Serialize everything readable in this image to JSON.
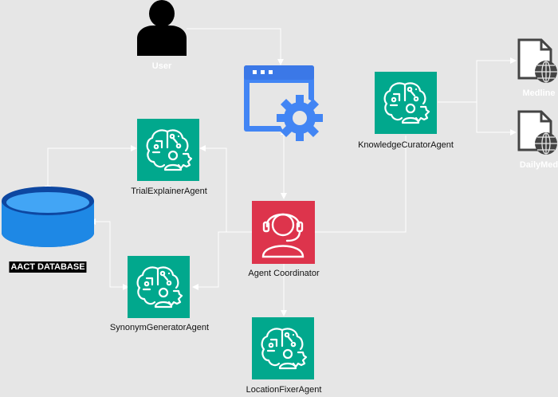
{
  "nodes": {
    "user": "User",
    "trial_explainer": "TrialExplainerAgent",
    "knowledge_curator": "KnowledgeCuratorAgent",
    "aact_database": "AACT DATABASE",
    "agent_coordinator": "Agent Coordinator",
    "synonym_generator": "SynonymGeneratorAgent",
    "location_fixer": "LocationFixerAgent",
    "medline": "Medline",
    "dailymed": "DailyMed"
  },
  "colors": {
    "background": "#e6e6e6",
    "agent_green": "#01a88d",
    "coordinator_red": "#dd344c",
    "app_blue": "#4285f4",
    "database_blue": "#1e88e5",
    "connector": "#ffffff"
  },
  "icons": [
    "user-icon",
    "web-app-settings-icon",
    "agent-brain-icon",
    "support-headset-icon",
    "database-icon",
    "web-document-icon"
  ]
}
